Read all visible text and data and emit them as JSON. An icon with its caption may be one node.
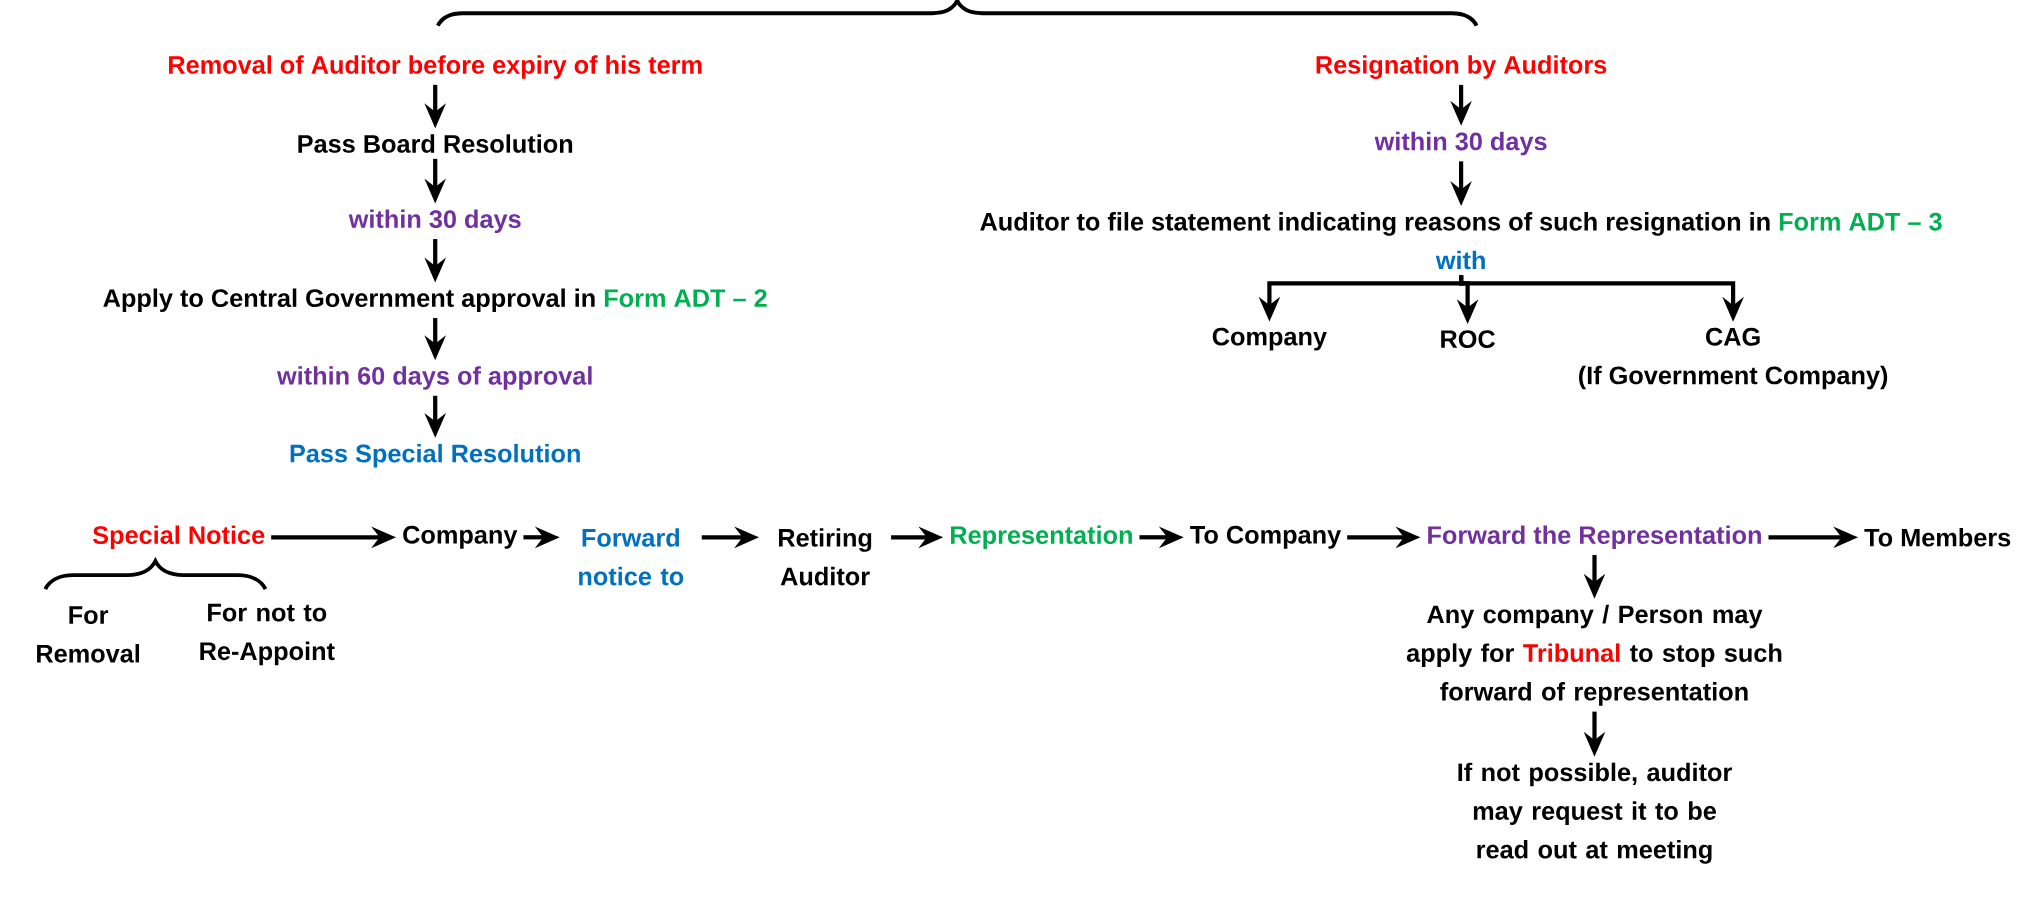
{
  "diagram": {
    "nodes": [
      {
        "text": [
          "Removal of Auditor before expiry of his term"
        ]
      },
      {
        "text": [
          "Pass Board Resolution"
        ]
      },
      {
        "text": [
          "within 30 days"
        ]
      },
      {
        "text": [
          "Apply to Central Government approval in",
          "Form ADT – 2"
        ]
      },
      {
        "text": [
          "within 60 days of approval"
        ]
      },
      {
        "text": [
          "Pass Special Resolution"
        ]
      },
      {
        "text": [
          "Resignation by Auditors"
        ]
      },
      {
        "text": [
          "within 30 days"
        ]
      },
      {
        "text": [
          "Auditor to file statement indicating reasons of such resignation in",
          "Form ADT – 3",
          "with"
        ]
      },
      {
        "text": [
          "Company"
        ]
      },
      {
        "text": [
          "ROC"
        ]
      },
      {
        "text": [
          "CAG",
          "(If Government Company)"
        ]
      },
      {
        "text": [
          "Special Notice"
        ]
      },
      {
        "text": [
          "Company"
        ]
      },
      {
        "text": [
          "Forward notice to"
        ]
      },
      {
        "text": [
          "Retiring Auditor"
        ]
      },
      {
        "text": [
          "Representation"
        ]
      },
      {
        "text": [
          "To Company"
        ]
      },
      {
        "text": [
          "Forward the Representation"
        ]
      },
      {
        "text": [
          "To Members"
        ]
      },
      {
        "text": [
          "Any company / Person may apply for",
          "Tribunal",
          "to stop such forward of representation"
        ]
      },
      {
        "text": [
          "If not possible, auditor may request it to be read out at meeting"
        ]
      }
    ],
    "edges": [
      {
        "from": 0,
        "to": 1,
        "arrow": "to"
      },
      {
        "from": 1,
        "to": 2,
        "arrow": "to"
      },
      {
        "from": 2,
        "to": 3,
        "arrow": "to"
      },
      {
        "from": 3,
        "to": 4,
        "arrow": "to"
      },
      {
        "from": 4,
        "to": 5,
        "arrow": "to"
      },
      {
        "from": 6,
        "to": 7,
        "arrow": "to"
      },
      {
        "from": 7,
        "to": 8,
        "arrow": "to"
      },
      {
        "from": 8,
        "to": 9,
        "arrow": "to"
      },
      {
        "from": 8,
        "to": 10,
        "arrow": "to"
      },
      {
        "from": 8,
        "to": 11,
        "arrow": "to"
      },
      {
        "from": 12,
        "to": 13,
        "arrow": "to"
      },
      {
        "from": 13,
        "to": 14,
        "arrow": "to"
      },
      {
        "from": 14,
        "to": 15,
        "arrow": "to"
      },
      {
        "from": 15,
        "to": 16,
        "arrow": "to"
      },
      {
        "from": 16,
        "to": 17,
        "arrow": "to"
      },
      {
        "from": 17,
        "to": 18,
        "arrow": "to"
      },
      {
        "from": 18,
        "to": 19,
        "arrow": "to"
      },
      {
        "from": 18,
        "to": 20,
        "arrow": "to"
      },
      {
        "from": 20,
        "to": 21,
        "arrow": "to"
      }
    ],
    "labels": [
      "For Removal",
      "For not to Re-Appoint"
    ]
  }
}
